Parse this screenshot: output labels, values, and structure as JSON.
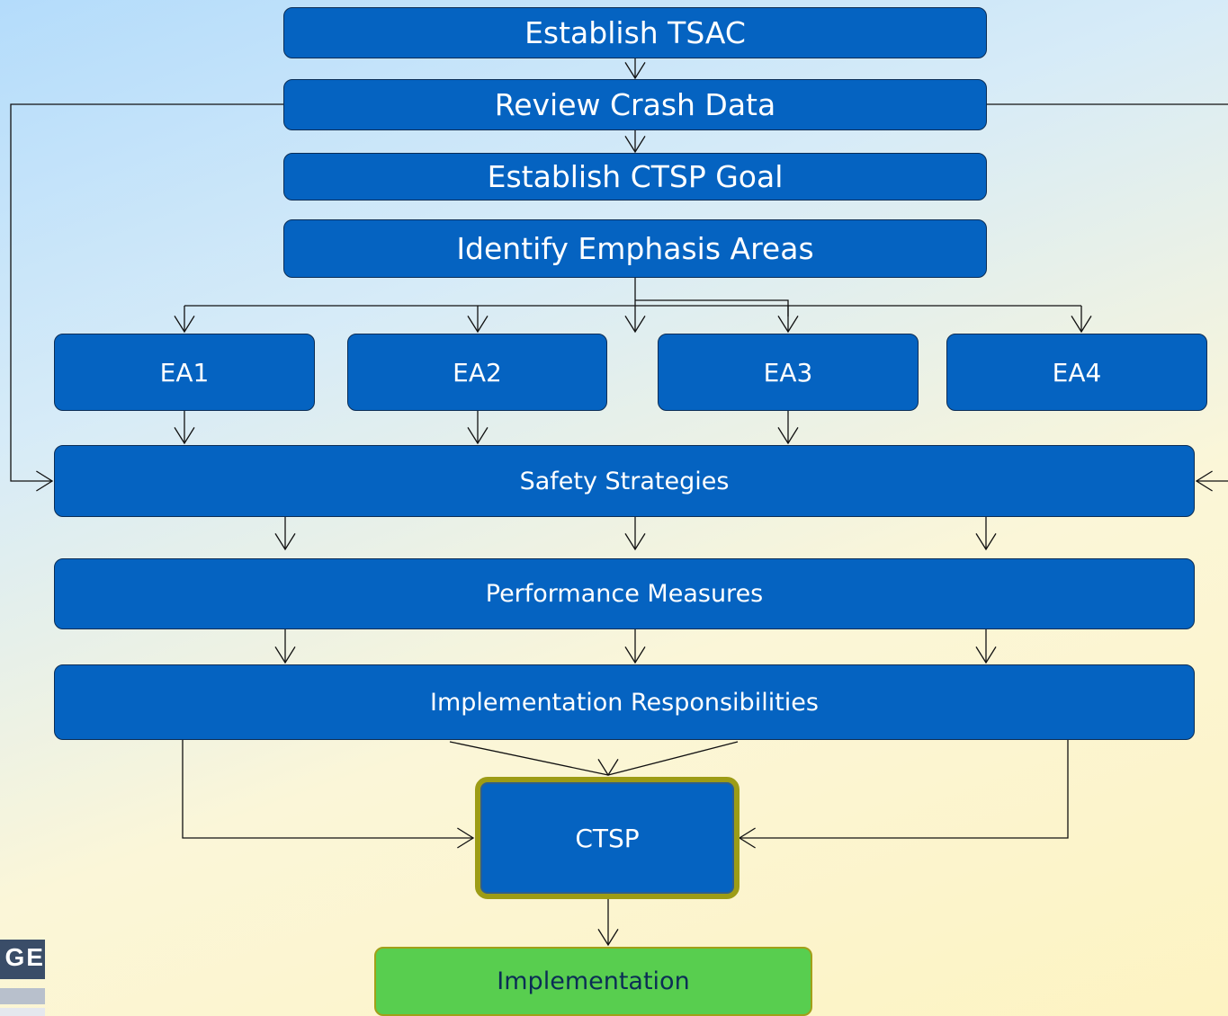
{
  "boxes": {
    "establish_tsac": "Establish TSAC",
    "review_crash_data": "Review Crash Data",
    "establish_ctsp_goal": "Establish CTSP Goal",
    "identify_emphasis_areas": "Identify Emphasis Areas",
    "ea1": "EA1",
    "ea2": "EA2",
    "ea3": "EA3",
    "ea4": "EA4",
    "safety_strategies": "Safety Strategies",
    "performance_measures": "Performance Measures",
    "implementation_responsibilities": "Implementation Responsibilities",
    "ctsp": "CTSP",
    "implementation": "Implementation"
  },
  "logo": {
    "text": "GE"
  },
  "colors": {
    "box_fill": "#0563c1",
    "box_border": "#0b2d55",
    "box_text": "#ffffff",
    "ctsp_border": "#9d9c16",
    "implementation_fill": "#58ce4f",
    "implementation_text": "#0b2d55",
    "connector": "#111111"
  }
}
